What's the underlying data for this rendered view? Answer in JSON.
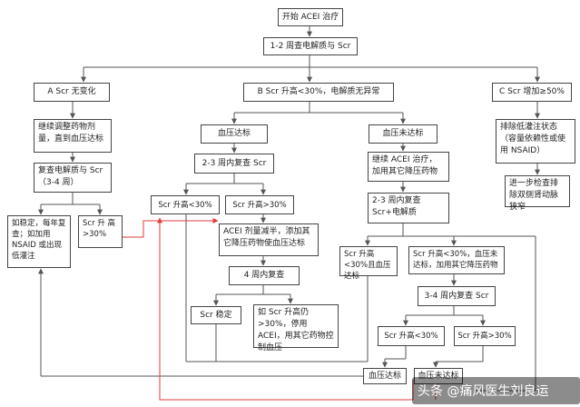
{
  "diagram": {
    "nodes": {
      "start": "开始 ACEI 治疗",
      "check12": "1-2 周查电解质与 Scr",
      "a": "A Scr 无变化",
      "b": "B Scr 升高<30%，电解质无异常",
      "c": "C Scr 增加≥50%",
      "a_cont": "继续调整药物剂量，直到血压达标",
      "a_recheck": "复查电解质与 Scr（3-4 周）",
      "a_stable": "如稳定，每年复查；如加用 NSAID 或出现低灌注",
      "a_rise": "Scr 升 高>30%",
      "b_bp_ok": "血压达标",
      "b_bp_not": "血压未达标",
      "b_recheck23": "2-3 周内复查 Scr",
      "b_lt30": "Scr 升高<30%",
      "b_gt30": "Scr 升高>30%",
      "acei_halve": "ACEI 剂量减半，添加其它降压药物使血压达标",
      "week4": "4 周内复查",
      "scr_stable": "Scr 稳定",
      "still_rise": "如 Scr 升高仍>30%，停用 ACEI，用其它药物控制血压",
      "n_continue": "继续 ACEI 治疗，加用其它降压药物",
      "n_recheck23": "2-3 周内复查 Scr+电解质",
      "n_lt30_ok": "Scr 升高<30%且血压达标",
      "n_lt30_not": "Scr 升高<30%，血压未达标，加用其它降压药物",
      "n_recheck34": "3-4 周内复查 Scr",
      "n_lt30": "Scr 升高<30%",
      "n_gt30": "Scr 升高>30%",
      "end_ok": "血压达标",
      "end_not": "血压未达标",
      "c_exclude": "排除低灌注状态（容量依赖性或使用 NSAID）",
      "c_further": "进一步检查排除双侧肾动脉狭窄"
    },
    "colors": {
      "line": "#555555",
      "highlight": "#e23b3b",
      "border": "#444444"
    }
  },
  "watermark": "头条 @痛风医生刘良运"
}
